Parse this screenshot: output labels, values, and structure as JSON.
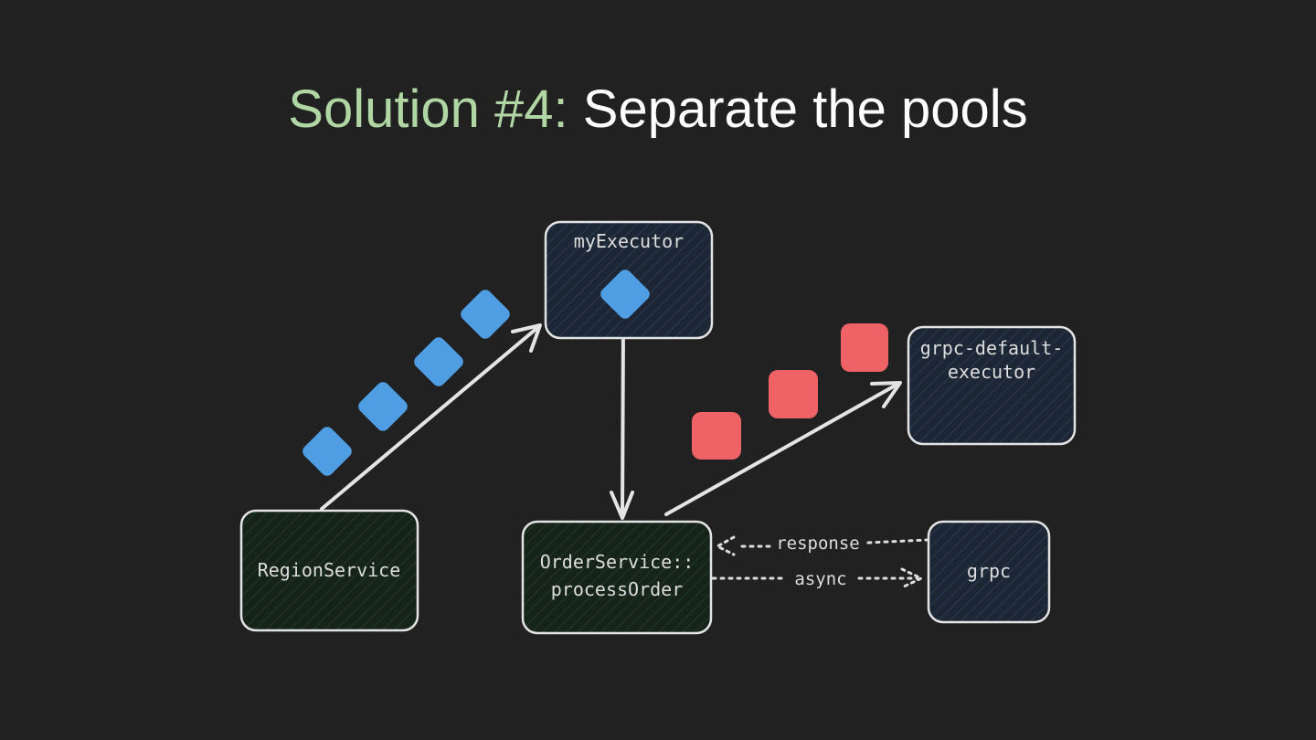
{
  "title": {
    "prefix": "Solution #4:",
    "main": "Separate the pools"
  },
  "nodes": {
    "my_executor": {
      "label": "myExecutor"
    },
    "grpc_default_executor": {
      "line1": "grpc-default-",
      "line2": "executor"
    },
    "region_service": {
      "label": "RegionService"
    },
    "order_service": {
      "line1": "OrderService::",
      "line2": "processOrder"
    },
    "grpc": {
      "label": "grpc"
    }
  },
  "edges": {
    "response": "response",
    "async": "async"
  },
  "colors": {
    "title_prefix": "#b0d6a4",
    "title_main": "#ffffff",
    "background": "#212121",
    "blue_task": "#4f9de3",
    "red_task": "#ef6266",
    "executor_fill": "#1c2634",
    "service_fill": "#152319",
    "stroke": "#e4e4e4"
  }
}
